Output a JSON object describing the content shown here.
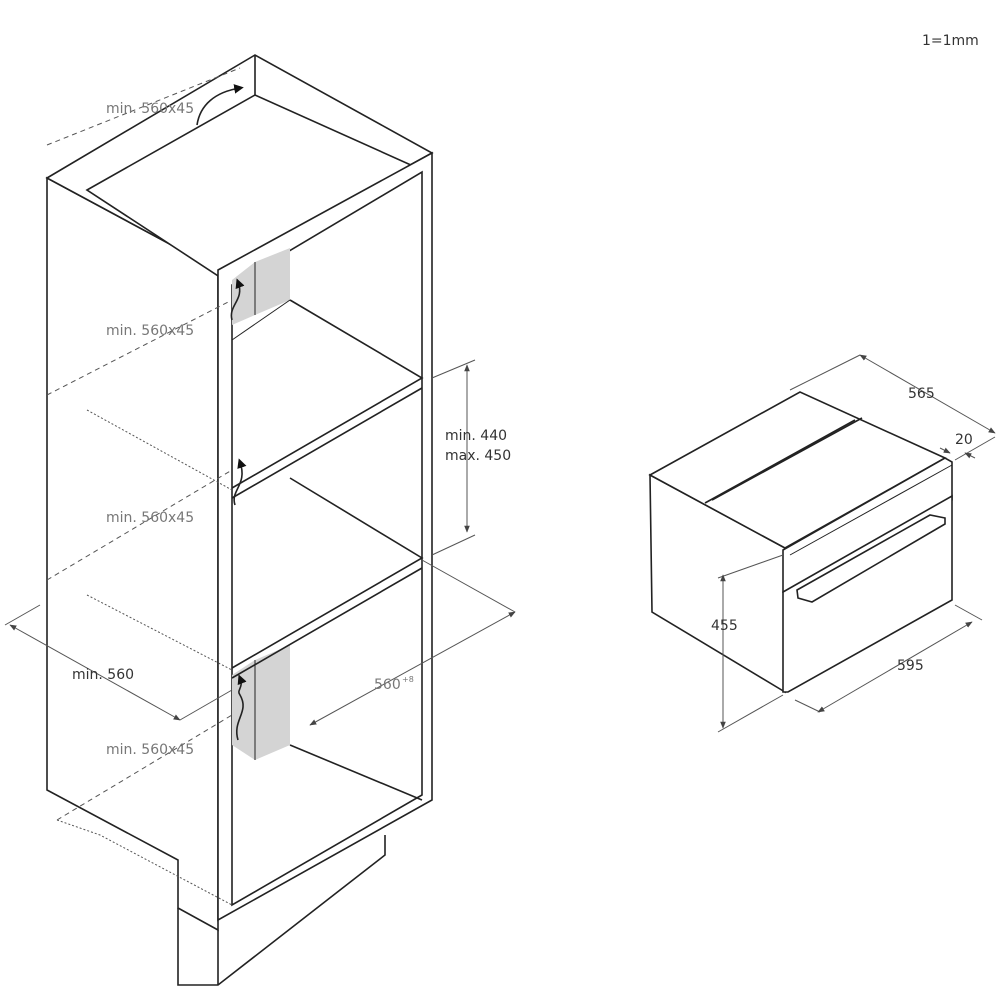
{
  "scale_note": "1=1mm",
  "cabinet": {
    "vent_top": "min. 560x45",
    "vent_upper": "min. 560x45",
    "vent_middle": "min. 560x45",
    "vent_lower": "min. 560x45",
    "niche_height_min": "min. 440",
    "niche_height_max": "max. 450",
    "niche_depth": "min. 560",
    "niche_width": "560",
    "niche_width_tolerance": "+8"
  },
  "appliance": {
    "depth": "565",
    "front_thickness": "20",
    "height": "455",
    "width": "595"
  }
}
